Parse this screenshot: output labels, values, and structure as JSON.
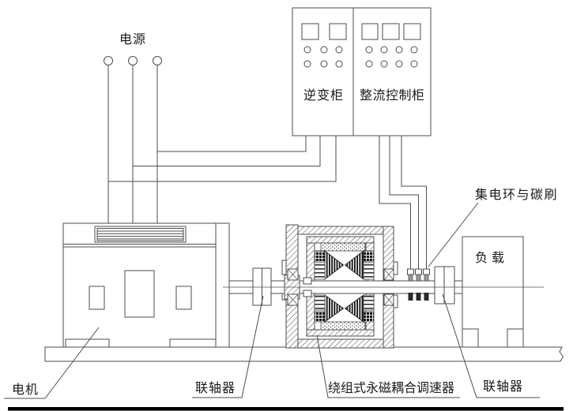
{
  "diagram": {
    "labels": {
      "power": "电源",
      "inverter_cabinet": "逆变柜",
      "rectifier_cabinet": "整流控制柜",
      "slip_ring_brush": "集电环与碳刷",
      "load": "负载",
      "motor": "电机",
      "coupling_left": "联轴器",
      "speed_regulator": "绕组式永磁耦合调速器",
      "coupling_right": "联轴器"
    },
    "colors": {
      "line": "#4d4d4d",
      "text": "#1a1a1a",
      "magnet_fill": "#111111",
      "background": "#ffffff",
      "bottom_rule": "#000000"
    }
  }
}
